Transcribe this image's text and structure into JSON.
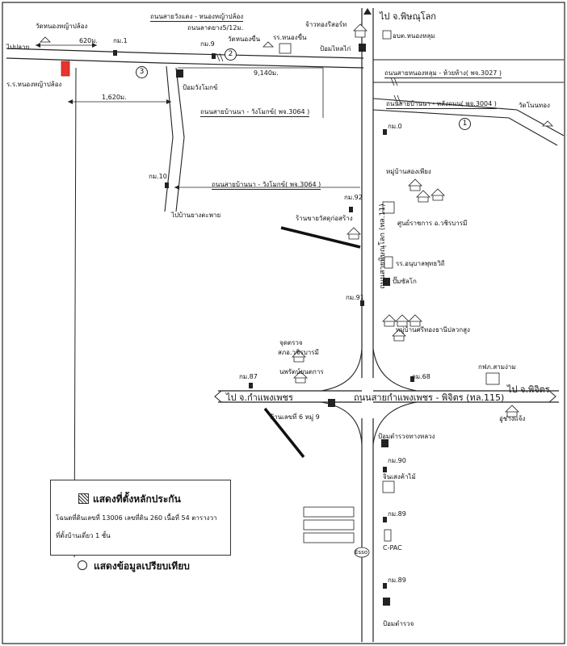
{
  "labels": {
    "to_phitsanulok": "ไป จ.พิษณุโลก",
    "wat_nong_ya_plong": "วัดหนองหญ้าปล้อง",
    "dist_620": "620ม.",
    "km1": "กม.1",
    "road_wang_daeng": "ถนนสายวังแดง - หนองหญ้าปล้อง",
    "road_width": "ถนนลาดยาง5/12ม.",
    "km9": "กม.9",
    "wat_nong_khwen": "วัดหนองขื่น",
    "school_nong_khwen": "รร.หนองขื่น",
    "jao_thong": "จ้าวทองรีสอร์ท",
    "obt_nong_lum": "อบต.หนองหลุม",
    "pump_nai_kai": "ป้อมไหลไก่",
    "to_plao": "ไปปลาย",
    "school_nong_ya_plong": "ร.ร.หนองหญ้าปล้อง",
    "pump_wang_mot": "ป้อมวังโมกข์",
    "dist_9140": "9,140ม.",
    "road_nong_lum": "ถนนสายหนองหลุม - ห้วยห้าง( พจ.3027 )",
    "dist_1620": "1,620ม.",
    "road_ban_na_1": "ถนนสายบ้านนา - วังโมกข์( พจ.3064 )",
    "road_ban_na_lang": "ถนนสายบ้านนา - หลังถนน( พจ.3004 )",
    "wat_non_thong": "วัดโนนทอง",
    "km0": "กม.0",
    "village_long": "หมู่บ้านสองเพียง",
    "km10": "กม.10",
    "road_ban_na_2": "ถนนสายบ้านนา - วังโมกข์( พจ.3064 )",
    "km92": "กม.92",
    "to_ban_yang": "ไปบ้านยางตะพาย",
    "shop_construction": "ร้านขายวัสดุก่อสร้าง",
    "gov_center": "ศูนย์ราชการ อ.วชิรบารมี",
    "school_anuban": "รร.อนุบาลพุทธวิถี",
    "pump_sak": "ปั๊มซัลโก",
    "km91": "กม.91",
    "highway_vert": "ถนนสายพิษณุโลก (ทล.11)",
    "village_si_thong": "หมู่บ้านศรีทองธานีปลวกสูง",
    "police_1": "จุดตรวจ",
    "police_2": "สภอ.วชิรบารมี",
    "village_enterprise": "นพรัตน์ยนตการ",
    "km87": "กม.87",
    "km68": "กม.68",
    "kfa_sam_ngam": "กฟภ.สามง่าม",
    "to_kamphaeng": "ไป จ.กำแพงเพชร",
    "road_kamphaeng": "ถนนสายกำแพงเพชร - พิจิตร (ทล.115)",
    "to_phichit": "ไป จ.พิจิตร",
    "house_no": "บ้านเลขที่ 6 หมู่ 9",
    "garage": "อู่ช่างแจ้ง",
    "pump_highway": "ป้อมตำรวจทางหลวง",
    "km90": "กม.90",
    "jin_sang": "จินเสงค้าไม้",
    "km89a": "กม.89",
    "cpac": "C-PAC",
    "logo_esso": "Esso",
    "km89b": "กม.89",
    "pump_police": "ป้อมตำรวจ"
  },
  "legend": {
    "title": "แสดงที่ตั้งหลักประกัน",
    "line1": "โฉนดที่ดินเลขที่ 13006 เลขที่ดิน 260 เนื้อที่ 54 ตารางวา",
    "line2": "ที่ตั้งบ้านเดี่ยว 1 ชั้น",
    "compare": "แสดงข้อมูลเปรียบเทียบ"
  },
  "markers": [
    "1",
    "2",
    "3"
  ],
  "colors": {
    "ink": "#1a1a1a",
    "property": "#e8332f",
    "background": "#ffffff"
  }
}
